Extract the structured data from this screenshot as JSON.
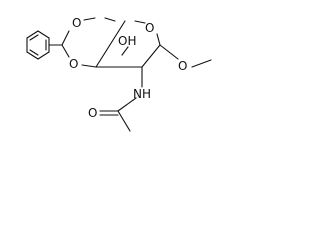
{
  "molecule": {
    "atom_labels": {
      "o_upper_1": "O",
      "o_upper_2": "O",
      "o_left": "O",
      "oh": "OH",
      "o_methoxy": "O",
      "nh": "NH",
      "o_carbonyl": "O"
    }
  }
}
